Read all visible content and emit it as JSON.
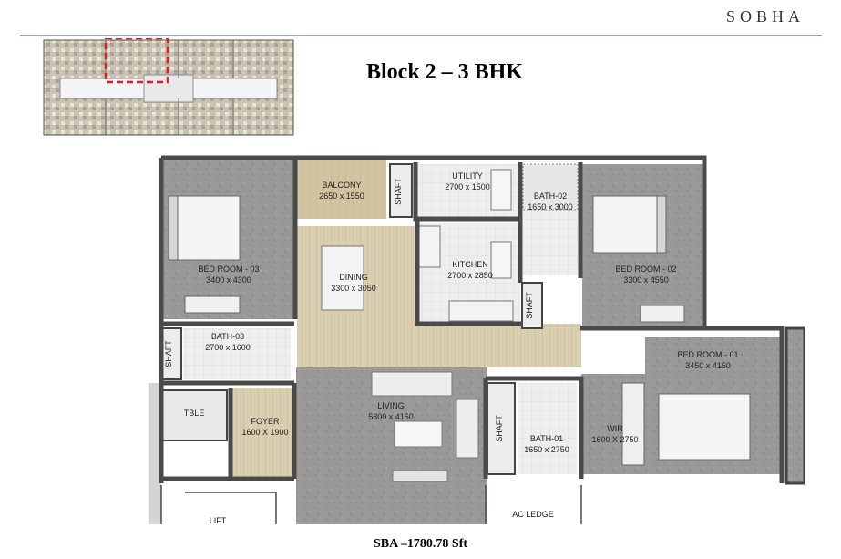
{
  "brand": "SOBHA",
  "title": "Block  2 – 3 BHK",
  "sba": "SBA –1780.78 Sft",
  "colors": {
    "wall": "#4a4a4a",
    "floor_stone": "#9a9997",
    "floor_wood": "#d9ceb0",
    "wet_floor": "#eeeeee",
    "keyplan_highlight": "#e02020",
    "header_rule": "#8fa6c8"
  },
  "rooms": {
    "balcony": {
      "name": "BALCONY",
      "size": "2650 x 1550"
    },
    "shaft_1": {
      "name": "SHAFT"
    },
    "utility": {
      "name": "UTILITY",
      "size": "2700 x 1500"
    },
    "bath_02": {
      "name": "BATH-02",
      "size": "1650 x 3000"
    },
    "bed_03": {
      "name": "BED ROOM - 03",
      "size": "3400 x 4300"
    },
    "dining": {
      "name": "DINING",
      "size": "3300 x 3050"
    },
    "kitchen": {
      "name": "KITCHEN",
      "size": "2700 x 2850"
    },
    "bed_02": {
      "name": "BED ROOM - 02",
      "size": "3300 x 4550"
    },
    "shaft_2": {
      "name": "SHAFT"
    },
    "bath_03": {
      "name": "BATH-03",
      "size": "2700 x 1600"
    },
    "shaft_3": {
      "name": "SHAFT"
    },
    "bed_01": {
      "name": "BED ROOM - 01",
      "size": "3450 x 4150"
    },
    "table": {
      "name": "TBLE"
    },
    "foyer": {
      "name": "FOYER",
      "size": "1600 X 1900"
    },
    "living": {
      "name": "LIVING",
      "size": "5300 x 4150"
    },
    "shaft_4": {
      "name": "SHAFT"
    },
    "bath_01": {
      "name": "BATH-01",
      "size": "1650 x 2750"
    },
    "wir": {
      "name": "WIR",
      "size": "1600 X 2750"
    },
    "lift": {
      "name": "LIFT"
    },
    "ac_ledge": {
      "name": "AC LEDGE"
    }
  }
}
